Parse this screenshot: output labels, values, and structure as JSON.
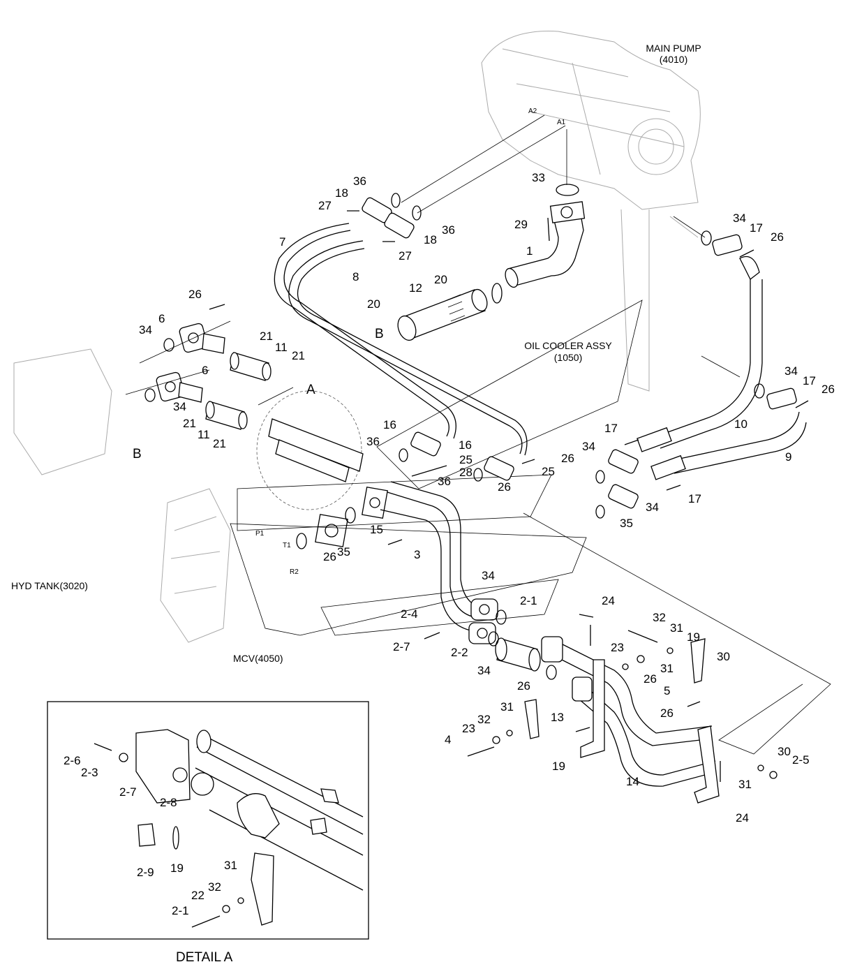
{
  "references": {
    "main_pump": "MAIN PUMP",
    "main_pump_no": "(4010)",
    "oil_cooler": "OIL COOLER ASSY",
    "oil_cooler_no": "(1050)",
    "hyd_tank": "HYD TANK(3020)",
    "mcv": "MCV(4050)",
    "detail_title": "DETAIL A"
  },
  "ports": {
    "a1": "A1",
    "a2": "A2",
    "p1": "P1",
    "t1": "T1",
    "r2": "R2"
  },
  "view_markers": {
    "a": "A",
    "b_upper": "B",
    "b_left": "B"
  },
  "callouts": [
    "36",
    "18",
    "27",
    "36",
    "18",
    "27",
    "33",
    "29",
    "1",
    "7",
    "8",
    "20",
    "12",
    "20",
    "26",
    "34",
    "6",
    "21",
    "11",
    "21",
    "6",
    "34",
    "21",
    "11",
    "21",
    "34",
    "17",
    "26",
    "34",
    "17",
    "26",
    "10",
    "9",
    "16",
    "36",
    "16",
    "25",
    "25",
    "28",
    "36",
    "26",
    "17",
    "34",
    "26",
    "17",
    "34",
    "35",
    "15",
    "35",
    "26",
    "3",
    "34",
    "2-1",
    "2-4",
    "2-7",
    "2-2",
    "34",
    "26",
    "24",
    "23",
    "32",
    "31",
    "19",
    "30",
    "31",
    "26",
    "5",
    "26",
    "13",
    "19",
    "31",
    "32",
    "23",
    "4",
    "14",
    "24",
    "31",
    "30",
    "2-5",
    "2-6",
    "2-3",
    "2-7",
    "2-8",
    "2-9",
    "19",
    "31",
    "32",
    "22",
    "2-1"
  ]
}
